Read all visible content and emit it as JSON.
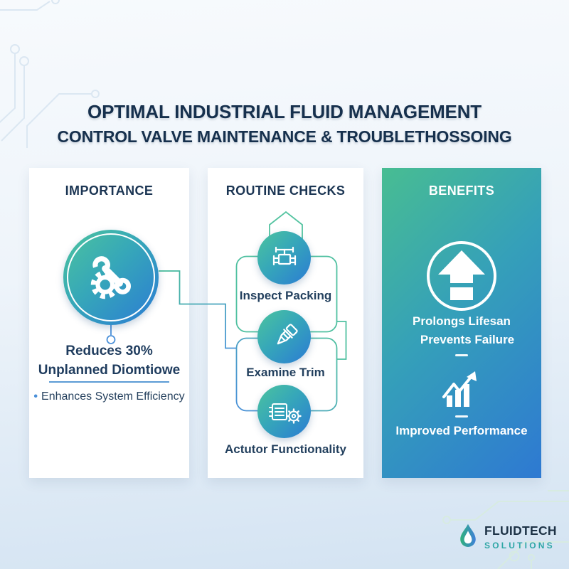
{
  "title": {
    "line1": "OPTIMAL INDUSTRIAL FLUID MANAGEMENT",
    "line2": "CONTROL VALVE MAINTENANCE & TROUBLETHOSSOING"
  },
  "importance": {
    "header": "IMPORTANCE",
    "icon": "wrench-gear",
    "stat_line1": "Reduces 30%",
    "stat_line2": "Unplanned Diomtiowe",
    "bullet": "•",
    "bullet_text": "Enhances System Efficiency"
  },
  "routine_checks": {
    "header": "ROUTINE CHECKS",
    "items": [
      {
        "label": "Inspect Packing",
        "icon": "control-valve"
      },
      {
        "label": "Examine Trim",
        "icon": "valve-trim"
      },
      {
        "label": "Actutor Functionality",
        "icon": "actuator-gear"
      }
    ]
  },
  "benefits": {
    "header": "BENEFITS",
    "item1_line1": "Prolongs Lifesan",
    "item1_line2": "Prevents Failure",
    "item1_icon": "up-arrow",
    "item2_label": "Improved Performance",
    "item2_icon": "growth-chart"
  },
  "logo": {
    "brand": "FLUIDTECH",
    "sub": "SOLUTIONS",
    "icon": "water-droplet"
  },
  "colors": {
    "accent_green": "#45BC97",
    "accent_blue": "#2E79D2",
    "navy": "#16304D",
    "divider_blue": "#5B9BD5",
    "logo_teal": "#2FA6A6"
  }
}
